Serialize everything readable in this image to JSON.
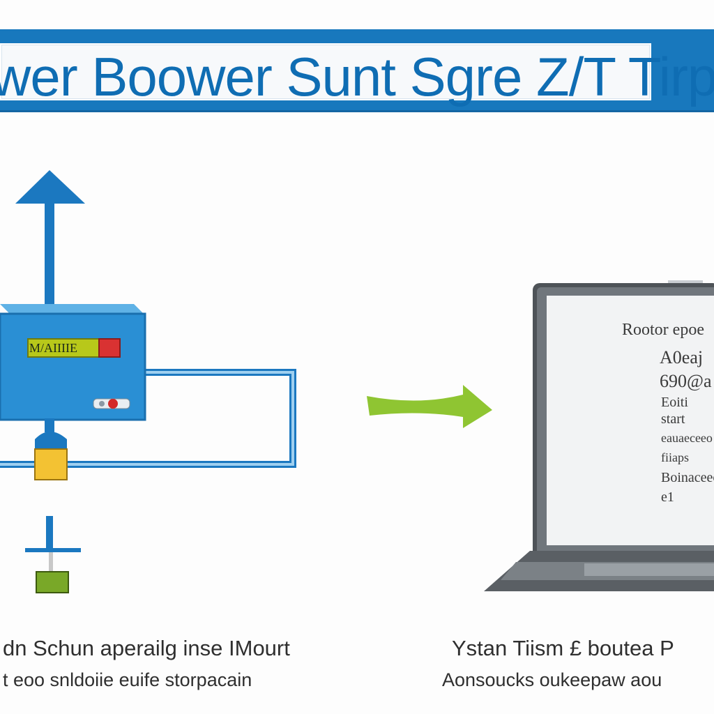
{
  "banner": {
    "title": "wer Boower Sunt Sgre Z/T Tirp",
    "background_color": "#1878bd",
    "text_color": "#0f6db3"
  },
  "router": {
    "panel_label": "M/AIIIIE",
    "body_color": "#2a8fd4",
    "up_arrow_color": "#1b78c0"
  },
  "laptop": {
    "heading": "Rootor epoe",
    "lines": [
      "A0eaj",
      "690@a",
      "Eoiti",
      "start",
      "eauaeceeo",
      "fiiaps",
      "Boinaceeo",
      "e1"
    ]
  },
  "transfer_arrow": {
    "color": "#8fc532"
  },
  "captions": {
    "left_line1": "dn Schun aperailg inse IMourt",
    "left_line2": "t eoo snldoiie euife storpacain",
    "right_line1": "Ystan Tiism £ boutea P",
    "right_line2": "Aonsoucks oukeepaw aou"
  }
}
